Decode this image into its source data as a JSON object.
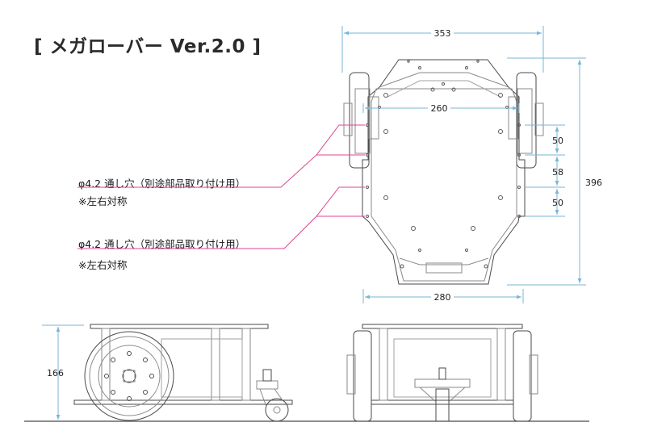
{
  "title": "[ メガローバー Ver.2.0 ]",
  "annotations": [
    {
      "line1": "φ4.2 通し穴（別途部品取り付け用）",
      "line2": "※左右対称"
    },
    {
      "line1": "φ4.2 通し穴（別途部品取り付け用）",
      "line2": "※左右対称"
    }
  ],
  "dimensions": {
    "overall_width": "353",
    "wheel_track": "260",
    "base_width": "280",
    "overall_length": "396",
    "hole_spacing_1": "50",
    "hole_spacing_2": "58",
    "hole_spacing_3": "50",
    "height": "166"
  },
  "colors": {
    "line": "#4a4a4a",
    "dimension": "#7ab6d6",
    "leader": "#e0458f"
  }
}
